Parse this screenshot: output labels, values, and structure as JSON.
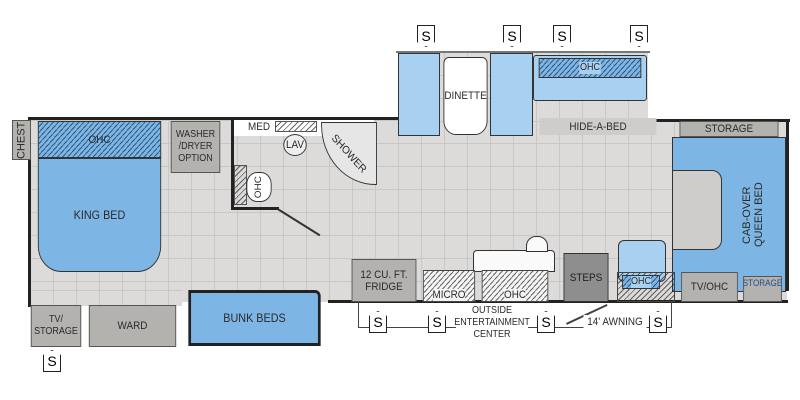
{
  "labels": {
    "chest": "CHEST",
    "ohc": "OHC",
    "king_bed": "KING BED",
    "washer": "WASHER /DRYER OPTION",
    "med": "MED",
    "lav": "LAV",
    "shower": "SHOWER",
    "dinette": "DINETTE",
    "hide_a_bed": "HIDE-A-BED",
    "storage": "STORAGE",
    "cab_over": "CAB-OVER QUEEN BED",
    "fridge": "12 CU. FT. FRIDGE",
    "micro": "MICRO",
    "steps": "STEPS",
    "tv_ohc": "TV/OHC",
    "tv_storage": "TV/ STORAGE",
    "ward": "WARD",
    "bunk_beds": "BUNK BEDS",
    "outside_ent": "OUTSIDE ENTERTAINMENT CENTER",
    "awning": "14' AWNING",
    "slide_marker": "S"
  },
  "colors": {
    "bed_blue": "#7db6e4",
    "seat_blue": "#a8d0f0",
    "cabinet_gray": "#b4b2af",
    "floor": "#dddbd9"
  }
}
